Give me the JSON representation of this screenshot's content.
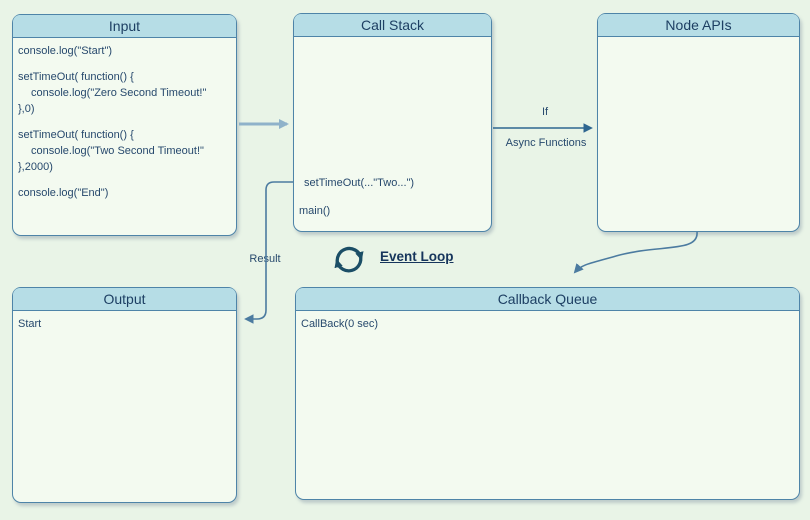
{
  "colors": {
    "background": "#e9f4e7",
    "box_fill": "#f3faf0",
    "header_fill": "#b6dde6",
    "border": "#4e84a8",
    "code_text": "#27496d",
    "title_text": "#1d3f63",
    "arrow_light": "#8fb2ca",
    "arrow_dark": "#2e6690",
    "event_loop_icon": "#1b4e66"
  },
  "boxes": {
    "input": {
      "title": "Input",
      "lines": [
        "console.log(\"Start\")",
        "setTimeOut( function() {",
        "console.log(\"Zero Second Timeout!\"",
        "},0)",
        "setTimeOut( function() {",
        "console.log(\"Two Second Timeout!\"",
        "},2000)",
        "console.log(\"End\")"
      ]
    },
    "call_stack": {
      "title": "Call Stack",
      "lines": [
        "setTimeOut(...\"Two...\")",
        "main()"
      ]
    },
    "node_apis": {
      "title": "Node APIs"
    },
    "output": {
      "title": "Output",
      "lines": [
        "Start"
      ]
    },
    "callback_queue": {
      "title": "Callback Queue",
      "lines": [
        "CallBack(0 sec)"
      ]
    }
  },
  "labels": {
    "if_condition": "If",
    "async_functions": "Async Functions",
    "result": "Result",
    "event_loop": "Event Loop"
  },
  "icons": {
    "event_loop": "cycle-arrows-icon"
  }
}
